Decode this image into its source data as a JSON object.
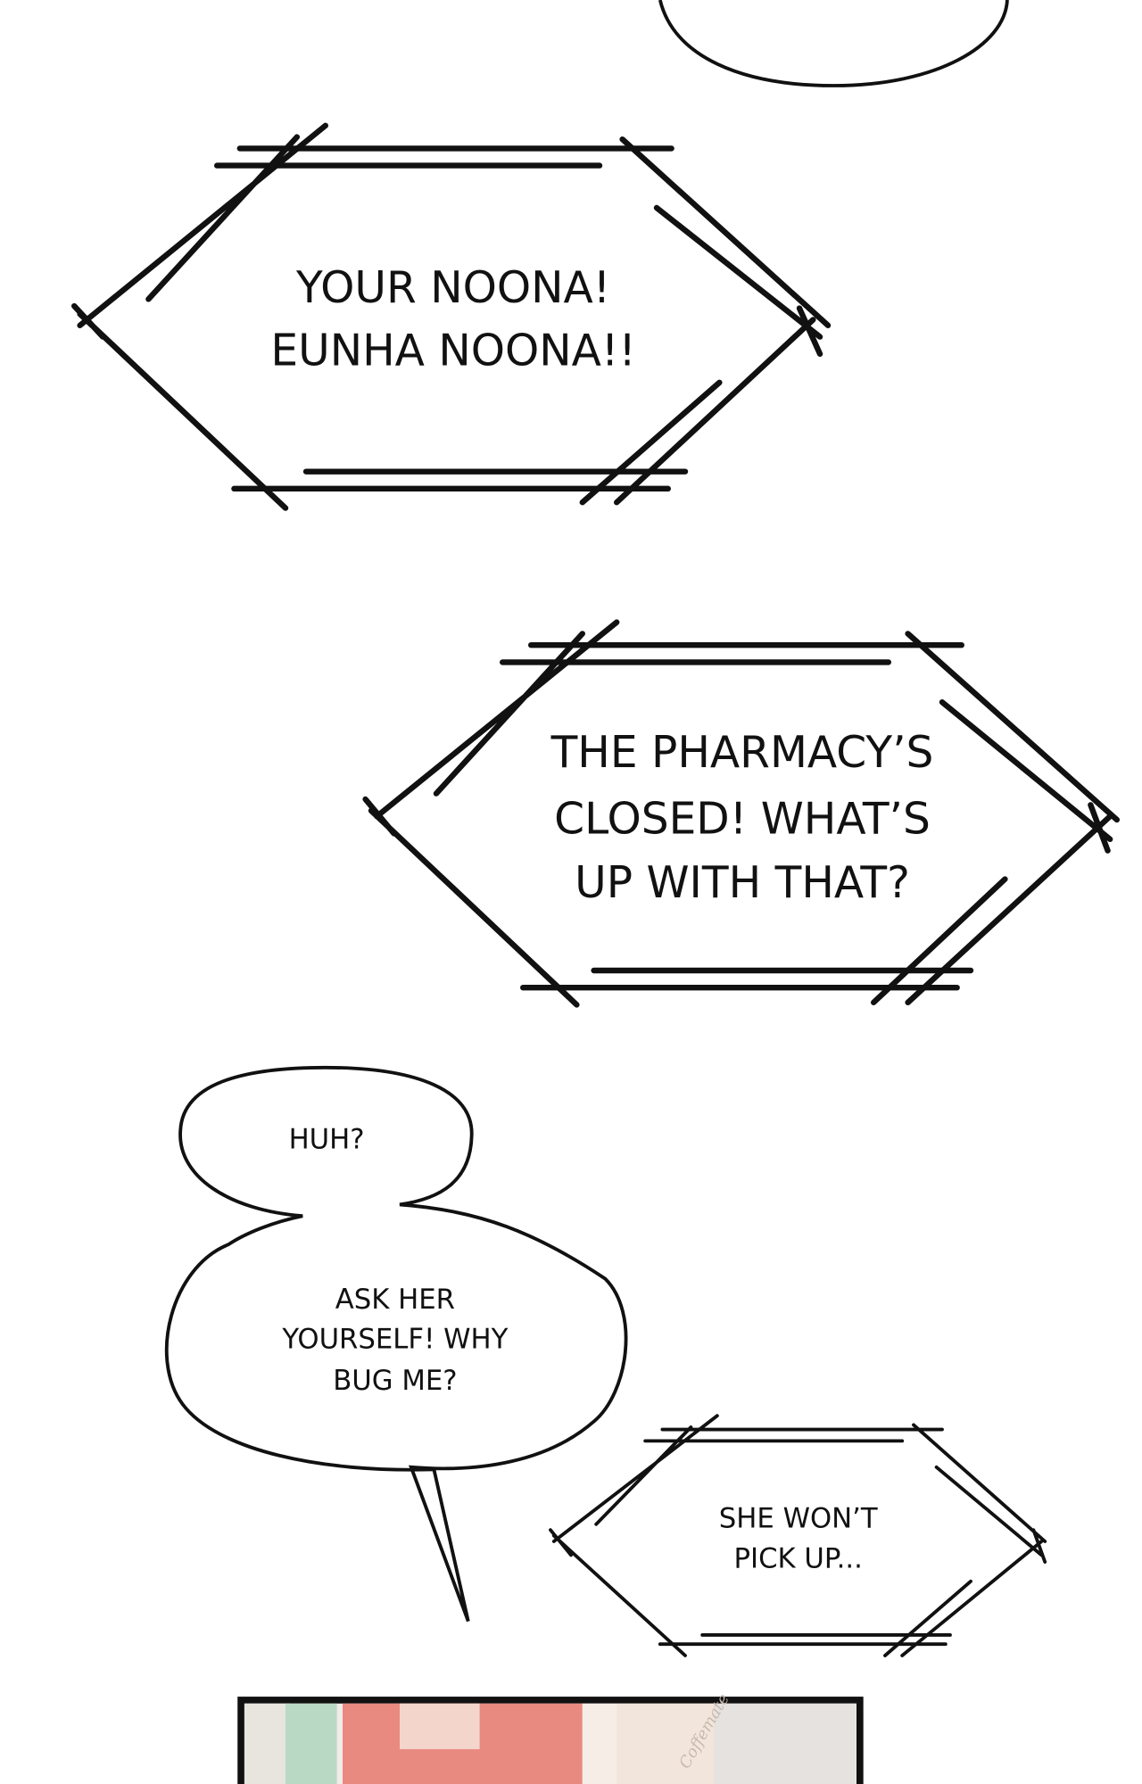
{
  "speech": {
    "bubble1": [
      "YOUR NOONA!",
      "EUNHA NOONA!!"
    ],
    "bubble2": [
      "THE PHARMACY’S",
      "CLOSED! WHAT’S",
      "UP WITH THAT?"
    ],
    "bubble3": [
      "HUH?"
    ],
    "bubble4": [
      "ASK HER",
      "YOURSELF! WHY",
      "BUG ME?"
    ],
    "bubble5": [
      "SHE WON’T",
      "PICK UP..."
    ]
  },
  "panel": {
    "sign_text": "Coffemate"
  },
  "colors": {
    "ink": "#111111",
    "vending_red": "#e98a80",
    "wall": "#f2e6dc",
    "floor": "#e5e2df"
  }
}
